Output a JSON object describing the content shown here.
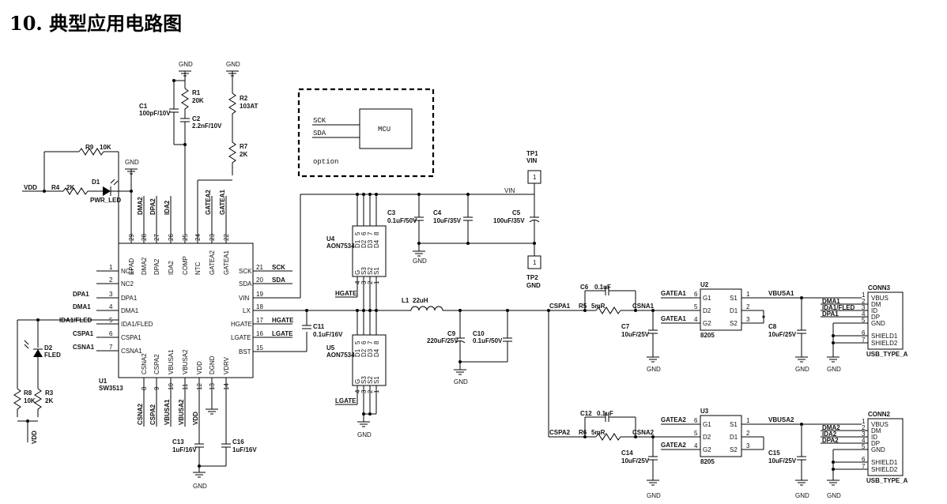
{
  "title": "10. 典型应用电路图",
  "option_box": {
    "mcu": "MCU",
    "sck": "SCK",
    "sda": "SDA",
    "option": "option"
  },
  "net": {
    "gnd": "GND",
    "vdd": "VDD",
    "vin": "VIN"
  },
  "u1": {
    "ref": "U1",
    "part": "SW3513",
    "top_pins": [
      {
        "num": "29",
        "name": "EPAD",
        "net": ""
      },
      {
        "num": "28",
        "name": "DMA2",
        "net": "DMA2"
      },
      {
        "num": "27",
        "name": "DPA2",
        "net": "DPA2"
      },
      {
        "num": "26",
        "name": "IDA2",
        "net": "IDA2"
      },
      {
        "num": "25",
        "name": "COMP",
        "net": ""
      },
      {
        "num": "24",
        "name": "NTC",
        "net": ""
      },
      {
        "num": "23",
        "name": "GATEA2",
        "net": "GATEA2"
      },
      {
        "num": "22",
        "name": "GATEA1",
        "net": "GATEA1"
      }
    ],
    "left_pins": [
      {
        "num": "1",
        "name": "NC1",
        "net": ""
      },
      {
        "num": "2",
        "name": "NC2",
        "net": ""
      },
      {
        "num": "3",
        "name": "DPA1",
        "net": "DPA1"
      },
      {
        "num": "4",
        "name": "DMA1",
        "net": "DMA1"
      },
      {
        "num": "5",
        "name": "IDA1/FLED",
        "net": "IDA1/FLED"
      },
      {
        "num": "6",
        "name": "CSPA1",
        "net": "CSPA1"
      },
      {
        "num": "7",
        "name": "CSNA1",
        "net": "CSNA1"
      }
    ],
    "right_pins": [
      {
        "num": "21",
        "name": "SCK",
        "net": "SCK"
      },
      {
        "num": "20",
        "name": "SDA",
        "net": "SDA"
      },
      {
        "num": "19",
        "name": "VIN",
        "net": ""
      },
      {
        "num": "18",
        "name": "LX",
        "net": ""
      },
      {
        "num": "17",
        "name": "HGATE",
        "net": "HGATE"
      },
      {
        "num": "16",
        "name": "LGATE",
        "net": "LGATE"
      },
      {
        "num": "15",
        "name": "BST",
        "net": ""
      }
    ],
    "bottom_pins": [
      {
        "num": "8",
        "name": "CSNA2"
      },
      {
        "num": "9",
        "name": "CSPA2"
      },
      {
        "num": "10",
        "name": "VBUSA1"
      },
      {
        "num": "11",
        "name": "VBUSA2"
      },
      {
        "num": "12",
        "name": "VDD"
      },
      {
        "num": "13",
        "name": "DGND"
      },
      {
        "num": "14",
        "name": "VDRV"
      }
    ],
    "bottom_nets": [
      "CSNA2",
      "CSPA2",
      "VBUSA1",
      "VBUSA2",
      "VDD"
    ]
  },
  "parts": {
    "r1": [
      "R1",
      "20K"
    ],
    "c1": [
      "C1",
      "100pF/10V"
    ],
    "c2": [
      "C2",
      "2.2nF/10V"
    ],
    "r2": [
      "R2",
      "103AT"
    ],
    "r7": [
      "R7",
      "2K"
    ],
    "r9": [
      "R9",
      "10K"
    ],
    "r4": [
      "R4",
      "2K"
    ],
    "d1": [
      "D1",
      "PWR_LED"
    ],
    "d2": [
      "D2",
      "FLED"
    ],
    "r8": [
      "R8",
      "10K"
    ],
    "r3": [
      "R3",
      "2K"
    ],
    "c11": [
      "C11",
      "0.1uF/16V"
    ],
    "c13": [
      "C13",
      "1uF/16V"
    ],
    "c16": [
      "C16",
      "1uF/16V"
    ],
    "u4": [
      "U4",
      "AON7534"
    ],
    "u5": [
      "U5",
      "AON7534"
    ],
    "c3": [
      "C3",
      "0.1uF/50V"
    ],
    "c4": [
      "C4",
      "10uF/35V"
    ],
    "c5": [
      "C5",
      "100uF/35V"
    ],
    "tp1": [
      "TP1",
      "VIN"
    ],
    "tp2": [
      "TP2",
      "GND"
    ],
    "l1": [
      "L1",
      "22uH"
    ],
    "c9": [
      "C9",
      "220uF/25V"
    ],
    "c10": [
      "C10",
      "0.1uF/50V"
    ],
    "c6": [
      "C6",
      "0.1uF"
    ],
    "r5": [
      "R5",
      "5mR"
    ],
    "c7": [
      "C7",
      "10uF/25V"
    ],
    "u2": [
      "U2",
      "8205"
    ],
    "c8": [
      "C8",
      "10uF/25V"
    ],
    "c12": [
      "C12",
      "0.1uF"
    ],
    "r6": [
      "R6",
      "5mR"
    ],
    "c14": [
      "C14",
      "10uF/25V"
    ],
    "u3": [
      "U3",
      "8205"
    ],
    "c15": [
      "C15",
      "10uF/25V"
    ]
  },
  "mosfet_top": {
    "d": [
      "D1",
      "D2",
      "D3",
      "D4"
    ],
    "d_nums": [
      "5",
      "6",
      "7",
      "8"
    ],
    "g": "G",
    "s": [
      "S3",
      "S2",
      "S1"
    ],
    "s_nums": [
      "4",
      "3",
      "2",
      "1"
    ]
  },
  "mosfet_bot": {
    "d": [
      "D1",
      "D2",
      "D3",
      "D4"
    ],
    "d_nums": [
      "5",
      "6",
      "7",
      "8"
    ],
    "g": "G",
    "s": [
      "S3",
      "S2",
      "S1"
    ],
    "s_nums": [
      "4",
      "3",
      "2",
      "1"
    ]
  },
  "dual_fet": {
    "left": [
      "G1",
      "D2",
      "G2"
    ],
    "right": [
      "S1",
      "D1",
      "S2"
    ],
    "left_nums": [
      "6",
      "5",
      "4"
    ],
    "right_nums": [
      "1",
      "2",
      "3"
    ]
  },
  "conn3": {
    "ref": "CONN3",
    "type": "USB_TYPE_A",
    "pins": [
      {
        "num": "1",
        "name": "VBUS",
        "net": ""
      },
      {
        "num": "2",
        "name": "DM",
        "net": "DMA1"
      },
      {
        "num": "3",
        "name": "ID",
        "net": "IDA1/FLED"
      },
      {
        "num": "4",
        "name": "DP",
        "net": "DPA1"
      },
      {
        "num": "5",
        "name": "GND",
        "net": ""
      },
      {
        "num": "6",
        "name": "SHIELD1",
        "net": ""
      },
      {
        "num": "7",
        "name": "SHIELD2",
        "net": ""
      }
    ]
  },
  "conn2": {
    "ref": "CONN2",
    "type": "USB_TYPE_A",
    "pins": [
      {
        "num": "1",
        "name": "VBUS",
        "net": ""
      },
      {
        "num": "2",
        "name": "DM",
        "net": "DMA2"
      },
      {
        "num": "3",
        "name": "ID",
        "net": "IDA2"
      },
      {
        "num": "4",
        "name": "DP",
        "net": "DPA2"
      },
      {
        "num": "5",
        "name": "GND",
        "net": ""
      },
      {
        "num": "6",
        "name": "SHIELD1",
        "net": ""
      },
      {
        "num": "7",
        "name": "SHIELD2",
        "net": ""
      }
    ]
  },
  "nets": {
    "cspa1": "CSPA1",
    "csna1": "CSNA1",
    "gatea1": "GATEA1",
    "vbusa1": "VBUSA1",
    "cspa2": "CSPA2",
    "csna2": "CSNA2",
    "gatea2": "GATEA2",
    "vbusa2": "VBUSA2",
    "hgate": "HGATE",
    "lgate": "LGATE",
    "vin": "VIN"
  }
}
